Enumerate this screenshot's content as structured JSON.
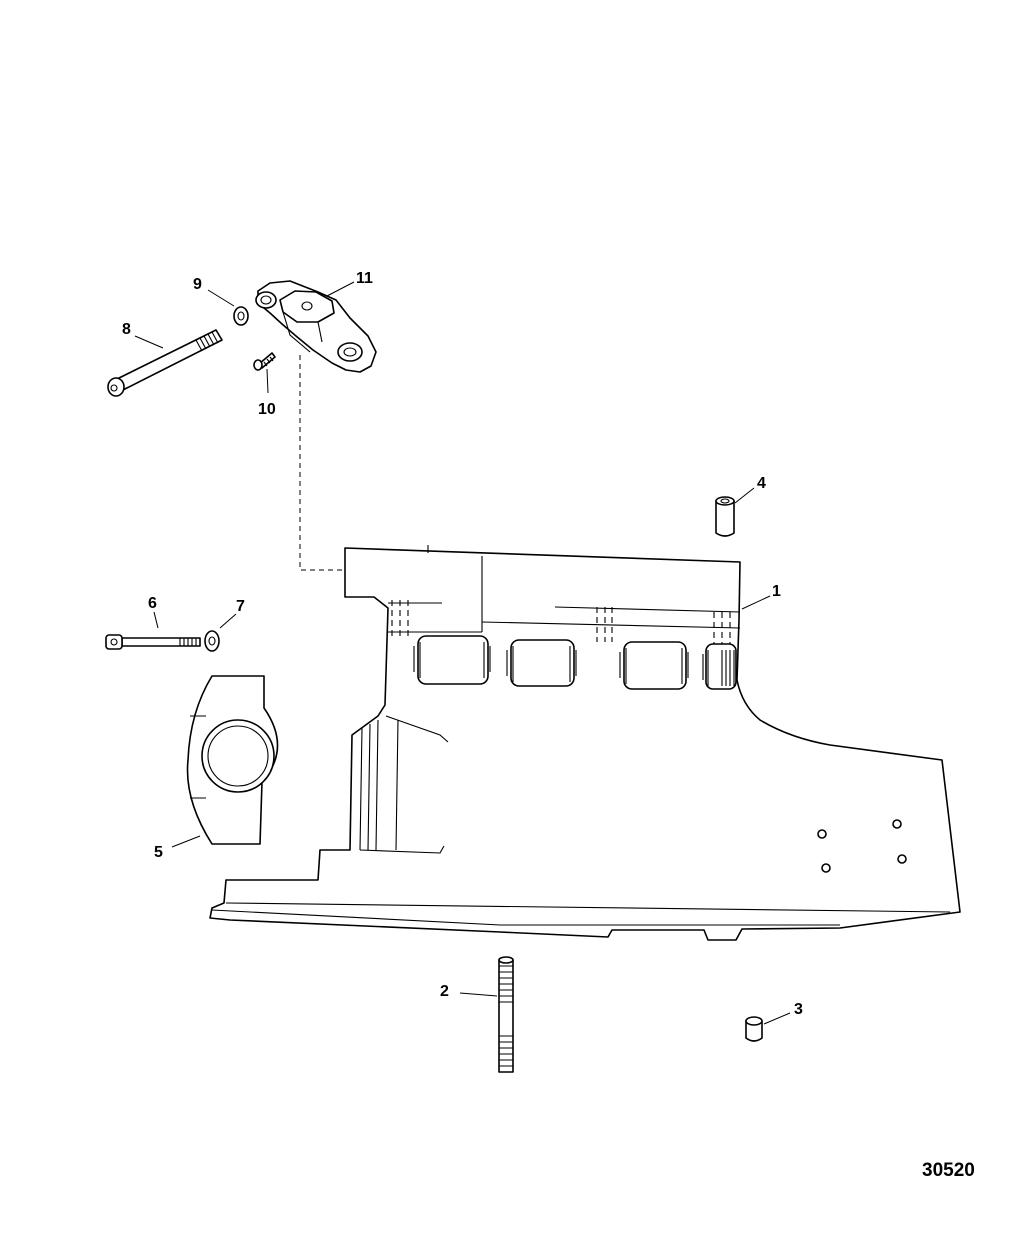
{
  "figure_number": "30520",
  "callouts": [
    {
      "id": "1",
      "text": "1"
    },
    {
      "id": "2",
      "text": "2"
    },
    {
      "id": "3",
      "text": "3"
    },
    {
      "id": "4",
      "text": "4"
    },
    {
      "id": "5",
      "text": "5"
    },
    {
      "id": "6",
      "text": "6"
    },
    {
      "id": "7",
      "text": "7"
    },
    {
      "id": "8",
      "text": "8"
    },
    {
      "id": "9",
      "text": "9"
    },
    {
      "id": "10",
      "text": "10"
    },
    {
      "id": "11",
      "text": "11"
    }
  ],
  "colors": {
    "line": "#000000",
    "background": "#ffffff"
  }
}
